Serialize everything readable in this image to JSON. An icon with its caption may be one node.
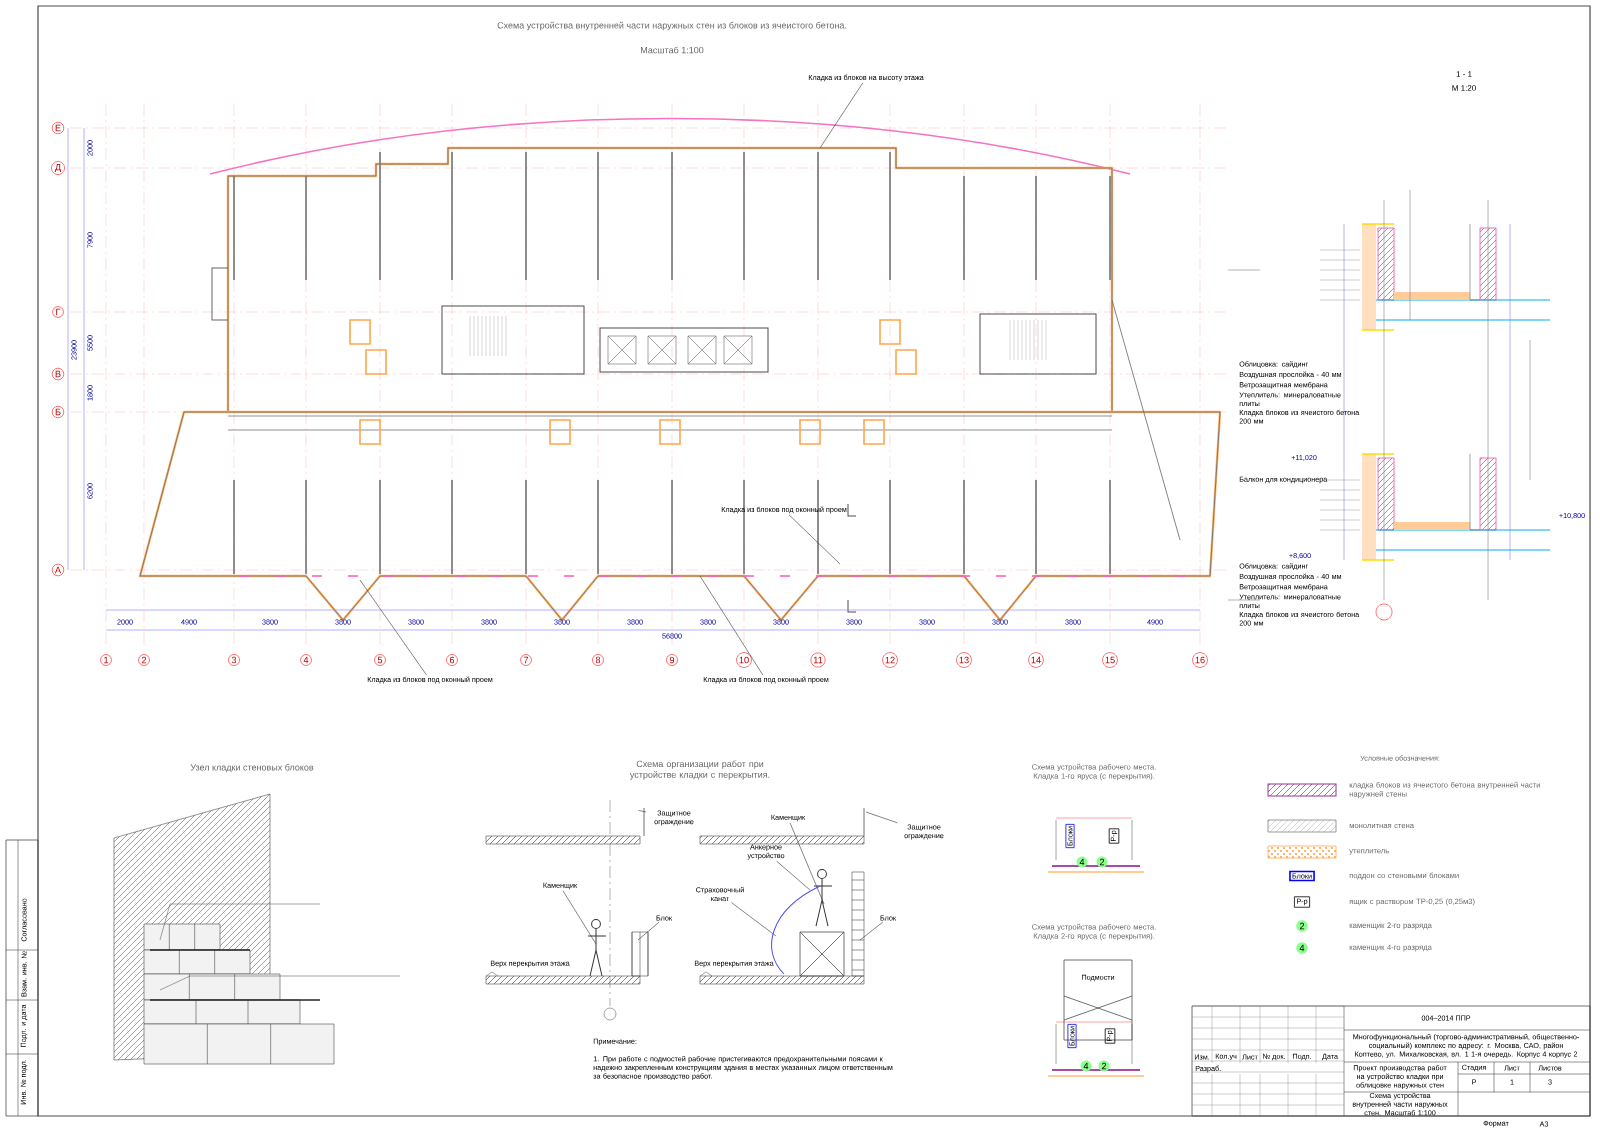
{
  "diagram": {
    "title": "Схема устройства внутренней части наружных стен из блоков из ячеистого бетона.",
    "nodes": [
      {
        "text": [
          "Кладка из блоков на высоту этажа"
        ]
      },
      {
        "text": [
          "Кладка из блоков под оконный проем"
        ]
      },
      {
        "text": [
          "Кладка из блоков под оконный проем"
        ]
      },
      {
        "text": [
          "Кладка из блоков под оконный проем"
        ]
      },
      {
        "text": [
          "Каменщик"
        ]
      },
      {
        "text": [
          "Блок"
        ]
      },
      {
        "text": [
          "Защитное ограждение"
        ]
      },
      {
        "text": [
          "Каменщик"
        ]
      },
      {
        "text": [
          "Защитное ограждение"
        ]
      },
      {
        "text": [
          "Страховочный канат"
        ]
      },
      {
        "text": [
          "Анкерное устройство"
        ]
      },
      {
        "text": [
          "Блок"
        ]
      }
    ],
    "edges": [
      {
        "from": 0,
        "to": null,
        "arrow": "none"
      },
      {
        "from": 1,
        "to": null,
        "arrow": "none"
      },
      {
        "from": 2,
        "to": null,
        "arrow": "none"
      },
      {
        "from": 3,
        "to": null,
        "arrow": "none"
      },
      {
        "from": 4,
        "to": null,
        "arrow": "none"
      },
      {
        "from": 5,
        "to": null,
        "arrow": "none"
      },
      {
        "from": 6,
        "to": null,
        "arrow": "none"
      },
      {
        "from": 7,
        "to": null,
        "arrow": "none"
      },
      {
        "from": 8,
        "to": null,
        "arrow": "none"
      },
      {
        "from": 9,
        "to": null,
        "arrow": "none"
      },
      {
        "from": 10,
        "to": null,
        "arrow": "none"
      },
      {
        "from": 11,
        "to": null,
        "arrow": "none"
      }
    ],
    "labels": [
      "Масштаб 1:100",
      "Е",
      "Д",
      "Г",
      "В",
      "Б",
      "А",
      "1",
      "2",
      "3",
      "4",
      "5",
      "6",
      "7",
      "8",
      "9",
      "10",
      "11",
      "12",
      "13",
      "14",
      "15",
      "16",
      "2000",
      "4900",
      "3800",
      "3800",
      "3800",
      "3800",
      "3800",
      "3800",
      "3800",
      "3800",
      "3800",
      "3800",
      "3800",
      "3800",
      "4900",
      "56800",
      "2000",
      "7900",
      "5500",
      "1800",
      "6200",
      "23900",
      "1 - 1",
      "М 1:20",
      "+11,020",
      "+8,600",
      "+10,800",
      "Балкон для кондиционера",
      "Облицовка: сайдинг",
      "Воздушная прослойка - 40 мм",
      "Ветрозащитная мембрана",
      "Утеплитель: минераловатные плиты",
      "Кладка блоков из ячеистого бетона 200 мм",
      "Облицовка: сайдинг",
      "Воздушная прослойка - 40 мм",
      "Ветрозащитная мембрана",
      "Утеплитель: минераловатные плиты",
      "Кладка блоков из ячеистого бетона 200 мм",
      "Узел кладки стеновых блоков",
      "Схема организации работ при устройстве кладки с перекрытия.",
      "Верх перекрытия этажа",
      "Верх перекрытия этажа",
      "Примечание:",
      "1. При работе с подмостей рабочие пристегиваются предохранительными поясами к надежно закрепленным конструкциям здания в местах указанных лицом ответственным за безопасное производство работ.",
      "Схема устройства рабочего места. Кладка 1-го яруса (с перекрытия).",
      "Схема устройства рабочего места. Кладка 2-го яруса (с перекрытия).",
      "Блоки",
      "Р-р",
      "4",
      "2",
      "Подмости",
      "Блоки",
      "Р-р",
      "4",
      "2",
      "Условные обозначения:",
      "Блоки",
      "Р-р",
      "2",
      "4",
      "004–2014 ППР",
      "Многофункциональный (торгово-административный, общественно-социальный) комплекс по адресу: г. Москва, САО, район Коптево, ул. Михалковская, вл. 1 1-я очередь. Корпус 4 корпус 2",
      "Изм.",
      "Кол.уч",
      "Лист",
      "№ док.",
      "Подп.",
      "Дата",
      "Разраб.",
      "Проект производства работ на устройство кладки при облицовке наружных стен",
      "Стадия",
      "Лист",
      "Листов",
      "Р",
      "1",
      "3",
      "Схема устройства внутренней части наружных стен. Масштаб 1:100",
      "Формат",
      "А3",
      "Согласовано",
      "Взам. инв. №",
      "Подп. и дата",
      "Инв. № подл."
    ],
    "legend": [
      {
        "text": "кладка блоков из ячеистого бетона внутренней части наружней стены"
      },
      {
        "text": "монолитная стена"
      },
      {
        "text": "утеплитель"
      },
      {
        "text": "поддон со стеновыми блоками"
      },
      {
        "text": "ящик с раствором ТР-0,25 (0,25м3)"
      },
      {
        "text": "каменщик 2-го разряда"
      },
      {
        "text": "каменщик 4-го разряда"
      }
    ]
  }
}
